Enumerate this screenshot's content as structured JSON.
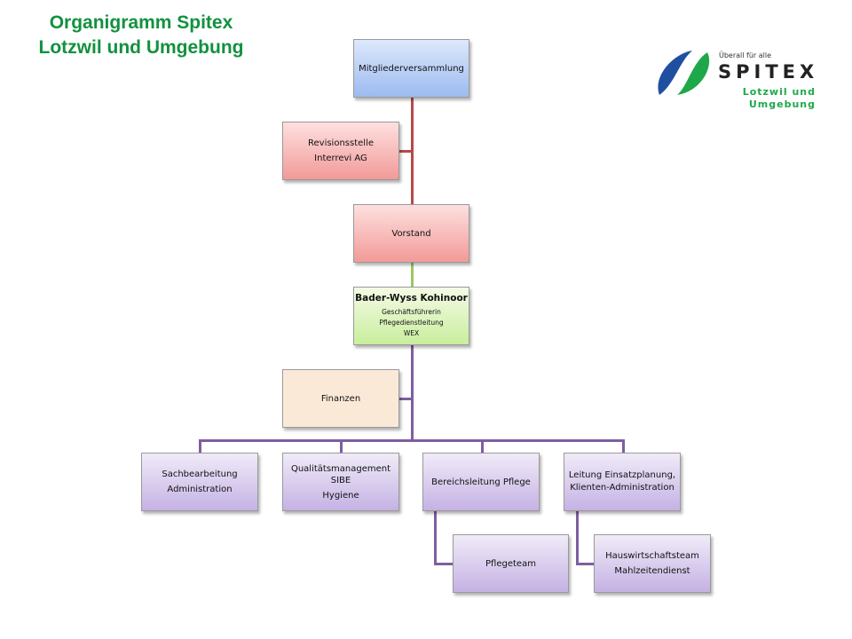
{
  "title": {
    "line1": "Organigramm Spitex",
    "line2": "Lotzwil und Umgebung"
  },
  "logo": {
    "tagline": "Überall für alle",
    "name": "SPITEX",
    "sub1": "Lotzwil und",
    "sub2": "Umgebung",
    "colors": {
      "blue": "#1f4fa0",
      "green": "#1fa84a"
    }
  },
  "nodes": {
    "mitglieder": "Mitgliederversammlung",
    "revision": {
      "l1": "Revisionsstelle",
      "l2": "Interrevi AG"
    },
    "vorstand": "Vorstand",
    "leitung": {
      "name": "Bader-Wyss Kohinoor",
      "l1": "Geschäftsführerin",
      "l2": "Pflegedienstleitung",
      "l3": "WEX"
    },
    "finanzen": "Finanzen",
    "sachbearbeitung": {
      "l1": "Sachbearbeitung",
      "l2": "Administration"
    },
    "qualitaet": {
      "l1": "Qualitätsmanagement",
      "l2": "SIBE",
      "l3": "Hygiene"
    },
    "bereich": "Bereichsleitung Pflege",
    "einsatz": {
      "l1": "Leitung Einsatzplanung,",
      "l2": "Klienten-Administration"
    },
    "pflegeteam": "Pflegeteam",
    "hauswirtschaft": {
      "l1": "Hauswirtschaftsteam",
      "l2": "Mahlzeitendienst"
    }
  }
}
